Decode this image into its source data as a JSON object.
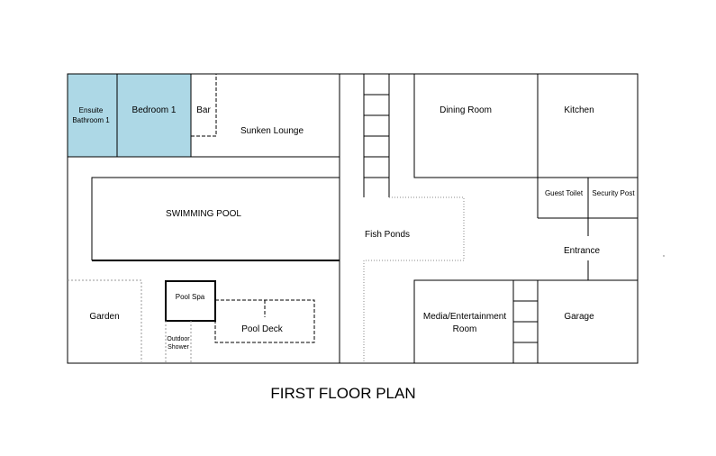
{
  "title": "FIRST FLOOR PLAN",
  "rooms": {
    "ensuite_line1": "Ensuite",
    "ensuite_line2": "Bathroom 1",
    "bedroom": "Bedroom 1",
    "bar": "Bar",
    "sunken_lounge": "Sunken Lounge",
    "swimming_pool": "SWIMMING POOL",
    "fish_ponds": "Fish Ponds",
    "dining_room": "Dining Room",
    "kitchen": "Kitchen",
    "guest_toilet": "Guest Toilet",
    "security_post": "Security Post",
    "entrance": "Entrance",
    "garden": "Garden",
    "pool_spa": "Pool Spa",
    "outdoor_line1": "Outdoor",
    "outdoor_line2": "Shower",
    "pool_deck": "Pool Deck",
    "media_line1": "Media/Entertainment",
    "media_line2": "Room",
    "garage": "Garage"
  },
  "colors": {
    "highlight": "#add8e6",
    "wall": "#000000"
  }
}
